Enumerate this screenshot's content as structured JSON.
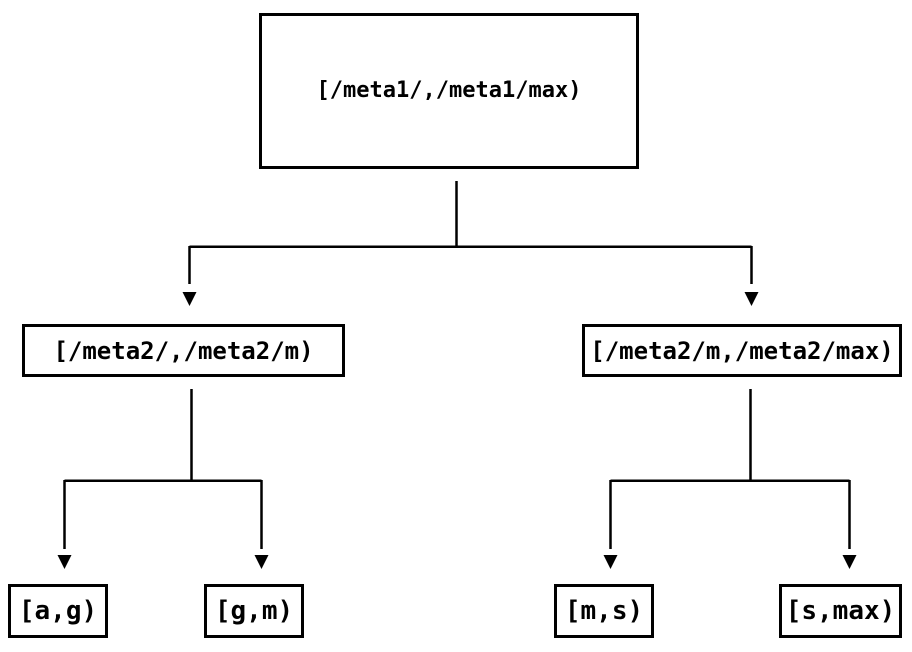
{
  "diagram": {
    "root": {
      "label": "[/meta1/,/meta1/max)",
      "children": [
        {
          "label": "[/meta2/,/meta2/m)",
          "children": [
            {
              "label": "[a,g)"
            },
            {
              "label": "[g,m)"
            }
          ]
        },
        {
          "label": "[/meta2/m,/meta2/max)",
          "children": [
            {
              "label": "[m,s)"
            },
            {
              "label": "[s,max)"
            }
          ]
        }
      ]
    },
    "colors": {
      "background": "#ffffff",
      "box_fill": "#ffffff",
      "box_border": "#000000",
      "text": "#000000",
      "line": "#000000",
      "arrowhead": "#000000"
    }
  }
}
